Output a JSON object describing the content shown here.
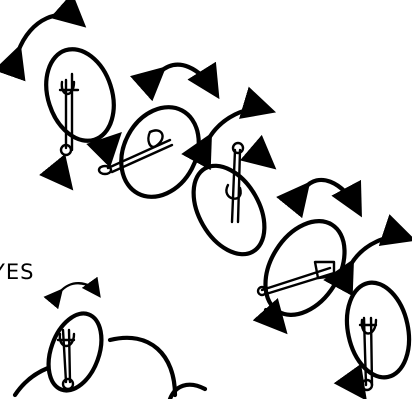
{
  "diagram": {
    "text_label": "YES",
    "colors": {
      "ink": "#000000",
      "paper": "#ffffff"
    },
    "icons": {
      "ellipse": "ellipse-outline",
      "double_arrow": "curved-double-arrow",
      "pointer_arrow": "short-arrow",
      "utensil": "utensil-sketch"
    }
  }
}
